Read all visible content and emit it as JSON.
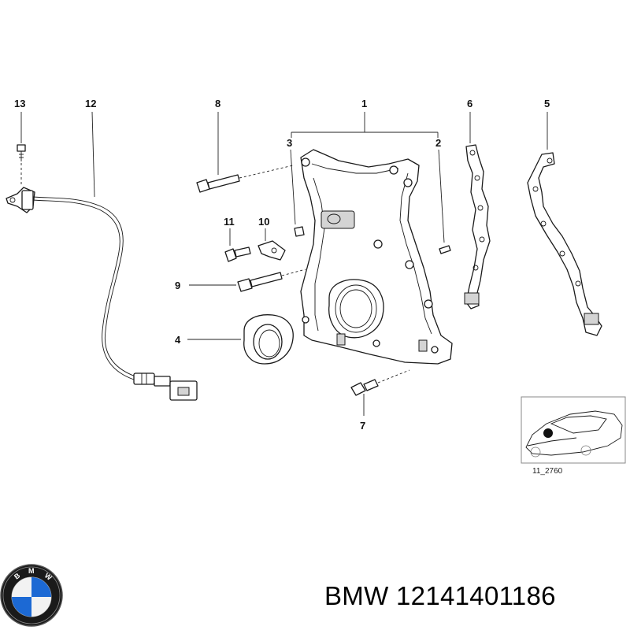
{
  "callouts": {
    "c1": "1",
    "c2": "2",
    "c3": "3",
    "c4": "4",
    "c5": "5",
    "c6": "6",
    "c7": "7",
    "c8": "8",
    "c9": "9",
    "c10": "10",
    "c11": "11",
    "c12": "12",
    "c13": "13"
  },
  "inset": {
    "code": "11_2760"
  },
  "caption": {
    "brand": "BMW",
    "part_number": "12141401186"
  },
  "logo": {
    "text": "BMW",
    "colors": {
      "blue": "#1c69d4",
      "black": "#111111",
      "white": "#ffffff"
    }
  }
}
